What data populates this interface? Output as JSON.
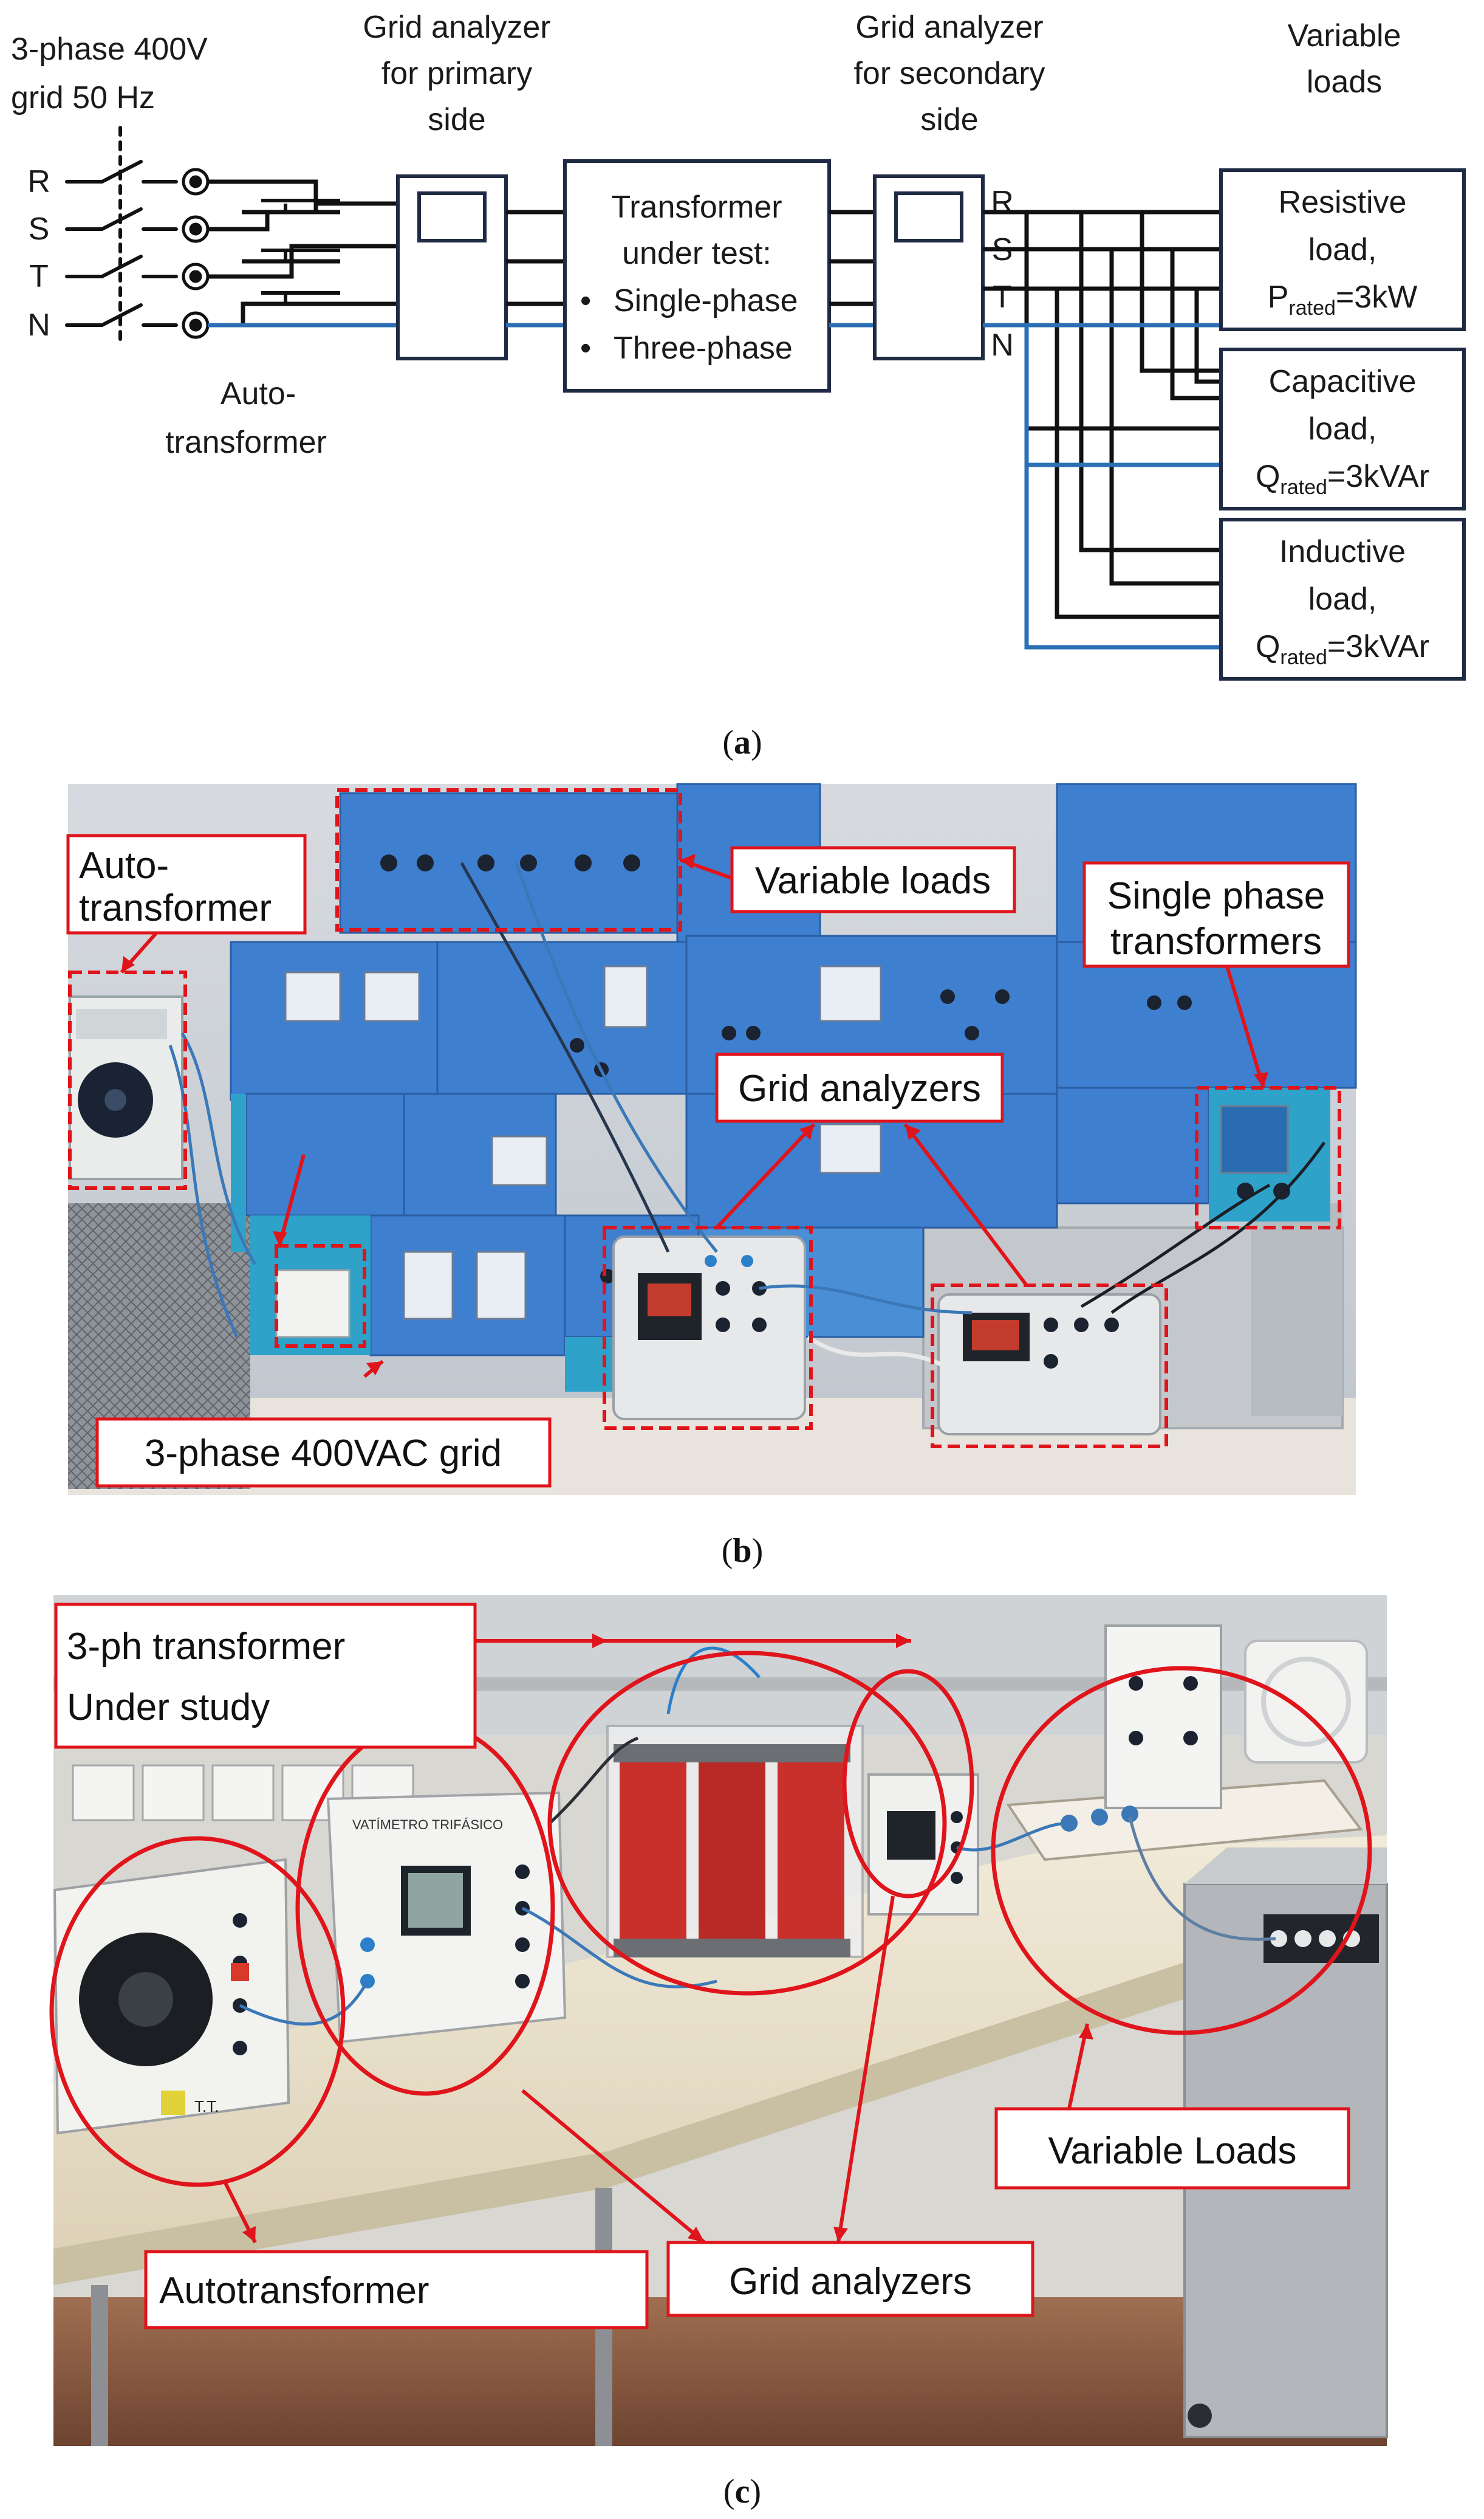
{
  "panel_a": {
    "caption_open": "(",
    "caption_letter": "a",
    "caption_close": ")",
    "grid_line1": "3-phase   400V",
    "grid_line2": "grid 50 Hz",
    "phases": [
      "R",
      "S",
      "T",
      "N"
    ],
    "secondary_phases": [
      "R",
      "S",
      "T",
      "N"
    ],
    "autotransformer_line1": "Auto-",
    "autotransformer_line2": "transformer",
    "analyzer_primary_lines": [
      "Grid analyzer",
      "for primary",
      "side"
    ],
    "analyzer_secondary_lines": [
      "Grid analyzer",
      "for secondary",
      "side"
    ],
    "transformer_lines": [
      "Transformer",
      "under test:"
    ],
    "transformer_bullets": [
      "Single-phase",
      "Three-phase"
    ],
    "bullet_char": "•",
    "variable_loads_lines": [
      "Variable",
      "loads"
    ],
    "resistive": {
      "line1": "Resistive",
      "line2": "load,",
      "symbol": "P",
      "sub": "rated",
      "value": "=3kW"
    },
    "capacitive": {
      "line1": "Capacitive",
      "line2": "load,",
      "symbol": "Q",
      "sub": "rated",
      "value": "=3kVAr"
    },
    "inductive": {
      "line1": "Inductive",
      "line2": "load,",
      "symbol": "Q",
      "sub": "rated",
      "value": "=3kVAr"
    },
    "colors": {
      "wire": "#111111",
      "neutral": "#2b6fb6",
      "box": "#1f2a44"
    }
  },
  "panel_b": {
    "caption_open": "(",
    "caption_letter": "b",
    "caption_close": ")",
    "label_autotransformer_line1": "Auto-",
    "label_autotransformer_line2": "transformer",
    "label_variable_loads": "Variable loads",
    "label_single_phase_line1": "Single phase",
    "label_single_phase_line2": "transformers",
    "label_grid_analyzers": "Grid analyzers",
    "label_grid": "3-phase 400VAC grid",
    "colors": {
      "panel_blue": "#3f7fd0",
      "callout": "#e0141b"
    }
  },
  "panel_c": {
    "caption_open": "(",
    "caption_letter": "c",
    "caption_close": ")",
    "label_transformer_line1": "3-ph transformer",
    "label_transformer_line2": "Under study",
    "label_variable_loads": "Variable Loads",
    "label_grid_analyzers": "Grid analyzers",
    "label_autotransformer": "Autotransformer",
    "device_autotransformer_label": "T.T.",
    "device_wattmeter_label": "VATÍMETRO TRIFÁSICO",
    "colors": {
      "callout": "#e0141b",
      "transformer": "#c9302c"
    }
  }
}
